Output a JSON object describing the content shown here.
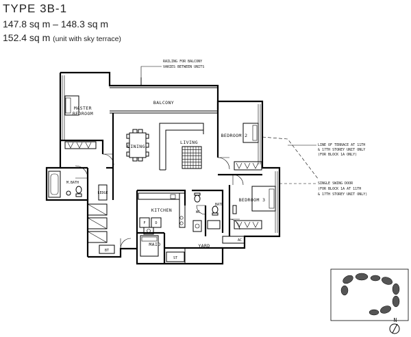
{
  "header": {
    "type_label": "TYPE 3B-1",
    "area_range": "147.8 sq m – 148.3 sq m",
    "area_sky_value": "152.4 sq m",
    "area_sky_note": "(unit with sky terrace)"
  },
  "rooms": {
    "master_bedroom_1": "MASTER",
    "master_bedroom_2": "BEDROOM",
    "balcony": "BALCONY",
    "dining": "DINING",
    "living": "LIVING",
    "bedroom_2": "BEDROOM 2",
    "bedroom_3": "BEDROOM 3",
    "m_bath": "M.BATH",
    "kitchen": "KITCHEN",
    "wc": "WC",
    "bath": "BATH",
    "maid": "MAID",
    "yard": "YARD",
    "ac": "AC",
    "bt": "BT",
    "st": "ST",
    "ledge": "LEDGE",
    "fridge": "F",
    "washer": "D"
  },
  "notes": {
    "railing_1": "RAILING FOR BALCONY",
    "railing_2": "VARIES BETWEEN UNITS",
    "terrace_1": "LINE OF TERRACE AT 11TH",
    "terrace_2": "& 17TH STOREY UNIT ONLY",
    "terrace_3": "(FOR BLOCK 1A ONLY)",
    "door_1": "SINGLE SWING DOOR",
    "door_2": "(FOR BLOCK 1A AT 11TH",
    "door_3": "& 17TH STOREY UNIT ONLY)"
  },
  "compass": {
    "label": "N"
  }
}
